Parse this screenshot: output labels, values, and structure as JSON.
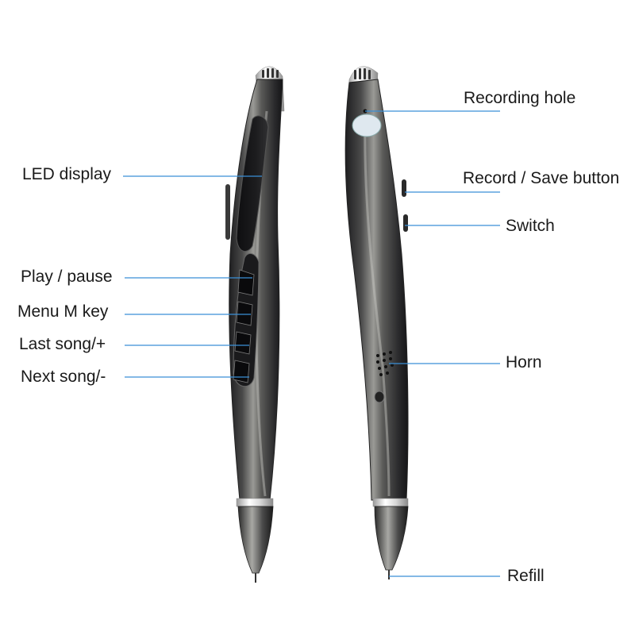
{
  "colors": {
    "background": "#ffffff",
    "leader_line": "#3a8fd6",
    "pen_body_dark": "#2a2a2c",
    "pen_body_light": "#8a8a88",
    "chrome": "#e6e6e6",
    "text": "#1a1a1a"
  },
  "left_callouts": [
    {
      "label": "LED display"
    },
    {
      "label": "Play / pause"
    },
    {
      "label": "Menu M key"
    },
    {
      "label": "Last song/+"
    },
    {
      "label": "Next song/-"
    }
  ],
  "right_callouts": [
    {
      "label": "Recording hole"
    },
    {
      "label": "Record / Save button"
    },
    {
      "label": "Switch"
    },
    {
      "label": "Horn"
    },
    {
      "label": "Refill"
    }
  ]
}
